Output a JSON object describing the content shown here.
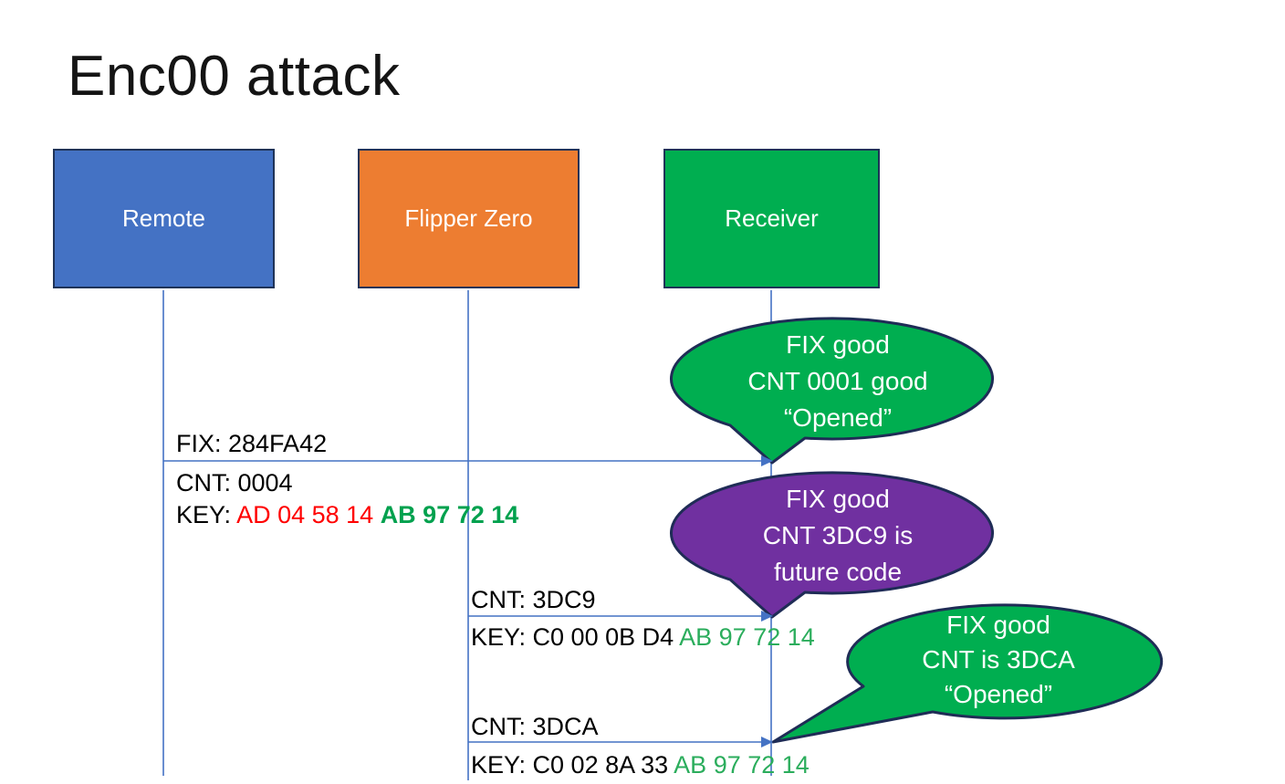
{
  "title": "Enc00 attack",
  "actors": [
    {
      "name": "Remote",
      "color": "#4472C4"
    },
    {
      "name": "Flipper Zero",
      "color": "#ED7D31"
    },
    {
      "name": "Receiver",
      "color": "#00AE50"
    }
  ],
  "messages": {
    "m1": {
      "fix": "FIX: 284FA42",
      "cnt": "CNT: 0004",
      "key_prefix": "KEY: ",
      "key_changed": "AD 04 58 14 ",
      "key_fixed": "AB 97 72 14"
    },
    "m2": {
      "cnt": "CNT: 3DC9",
      "key_prefix": "KEY: C0 00 0B D4 ",
      "key_fixed": "AB 97 72 14"
    },
    "m3": {
      "cnt": "CNT: 3DCA",
      "key_prefix": "KEY: C0 02 8A 33 ",
      "key_fixed": "AB 97 72 14"
    }
  },
  "callouts": {
    "c1": {
      "line1": "FIX good",
      "line2": "CNT 0001 good",
      "line3": "“Opened”",
      "color": "#00AE50"
    },
    "c2": {
      "line1": "FIX good",
      "line2": "CNT 3DC9 is",
      "line3": "future code",
      "color": "#7030A0"
    },
    "c3": {
      "line1": "FIX good",
      "line2": "CNT is 3DCA",
      "line3": "“Opened”",
      "color": "#00AE50"
    }
  },
  "colors": {
    "arrow_blue": "#4472C4",
    "outline_navy": "#1F2C56",
    "key_changed_red": "#FF0000",
    "key_fixed_green_bold": "#00A14E",
    "key_fixed_green": "#2BAD5C"
  }
}
